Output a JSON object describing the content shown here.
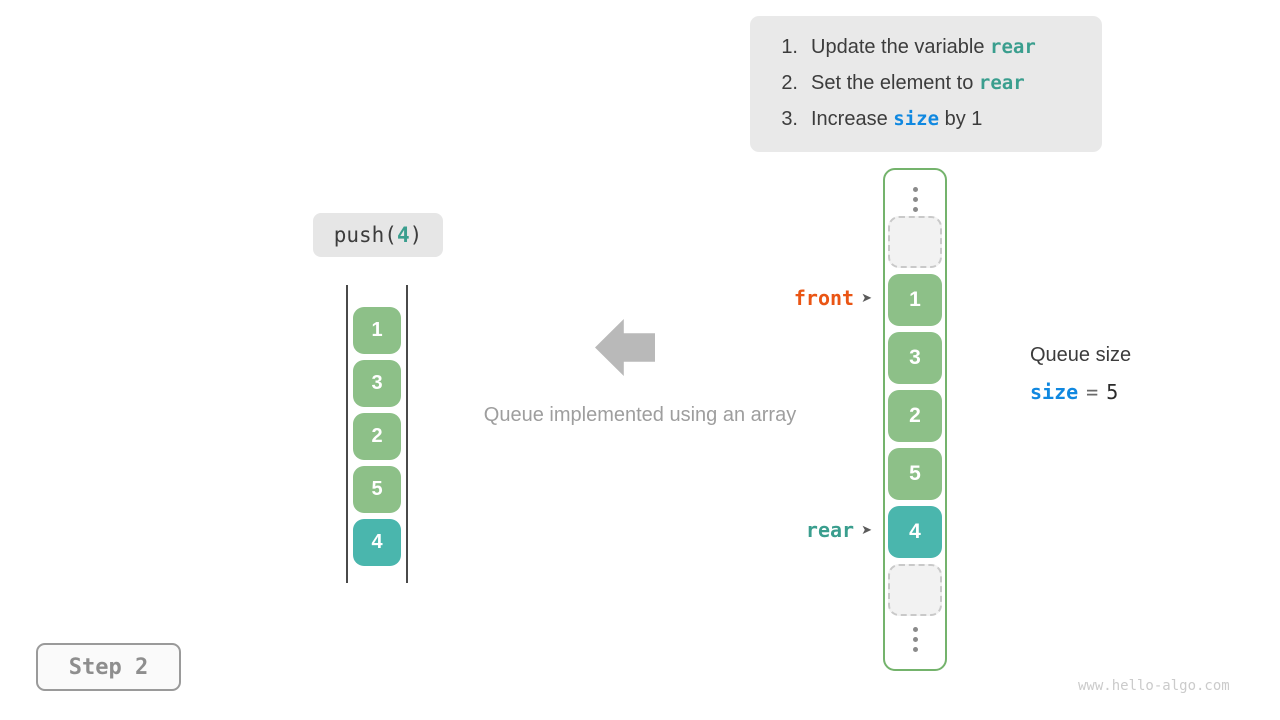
{
  "instructions": {
    "items": [
      {
        "num": "1.",
        "pre": "Update the variable ",
        "code": "rear",
        "post": ""
      },
      {
        "num": "2.",
        "pre": "Set the element to ",
        "code": "rear",
        "post": ""
      },
      {
        "num": "3.",
        "pre": "Increase ",
        "code": "size",
        "post": " by 1"
      }
    ]
  },
  "operation": {
    "prefix": "push(",
    "argument": "4",
    "suffix": ")"
  },
  "left_queue": {
    "values": [
      "1",
      "3",
      "2",
      "5",
      "4"
    ]
  },
  "caption": "Queue implemented using an array",
  "array": {
    "slots": [
      {
        "type": "ellipsis"
      },
      {
        "type": "empty"
      },
      {
        "type": "value",
        "value": "1"
      },
      {
        "type": "value",
        "value": "3"
      },
      {
        "type": "value",
        "value": "2"
      },
      {
        "type": "value",
        "value": "5"
      },
      {
        "type": "value",
        "value": "4",
        "highlighted": true
      },
      {
        "type": "empty"
      },
      {
        "type": "ellipsis"
      }
    ]
  },
  "pointers": {
    "front": {
      "label": "front",
      "arrow_glyph": "➤"
    },
    "rear": {
      "label": "rear",
      "arrow_glyph": "➤"
    }
  },
  "queue_size": {
    "title": "Queue size",
    "variable": "size",
    "operator": "=",
    "value": "5"
  },
  "step": {
    "label": "Step 2"
  },
  "watermark": "www.hello-algo.com",
  "colors": {
    "code_teal": "#3a9e8e",
    "code_blue": "#1088e0",
    "front_orange": "#ea5514",
    "cell_green": "#8dc088",
    "cell_teal": "#4ab6ad",
    "array_border_green": "#74b36c",
    "arrow_gray": "#b9b9b9",
    "box_gray": "#e9e9e9"
  }
}
